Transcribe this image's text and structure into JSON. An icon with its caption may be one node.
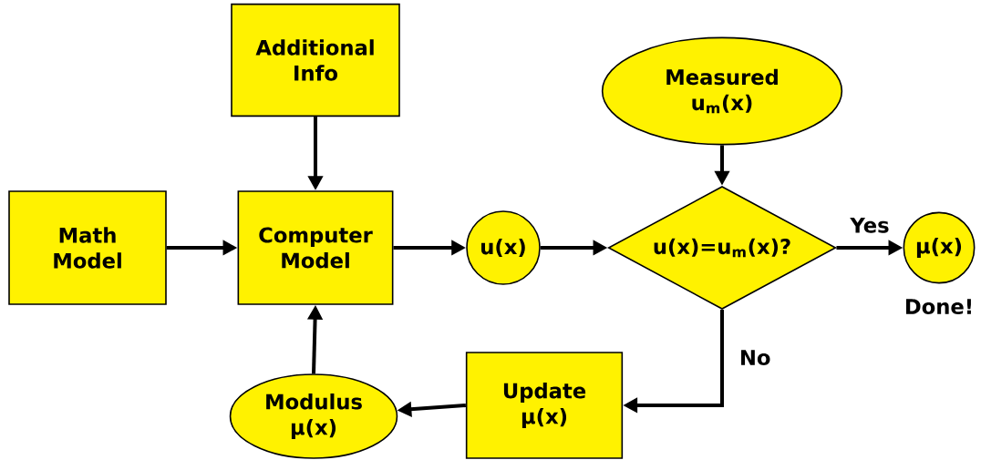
{
  "diagram": {
    "nodes": [
      {
        "text": [
          "Additional Info"
        ]
      },
      {
        "text": [
          "Math Model"
        ]
      },
      {
        "text": [
          "Computer Model"
        ]
      },
      {
        "text": [
          "u(x)"
        ]
      },
      {
        "text": [
          "Measured u$_{m}$(x)"
        ]
      },
      {
        "text": [
          "u(x)=u$_{m}$(x)?"
        ]
      },
      {
        "text": [
          "μ(x)"
        ],
        "beside": [
          "Done!"
        ]
      },
      {
        "text": [
          "Update μ(x)"
        ]
      },
      {
        "text": [
          "Modulus μ(x)"
        ]
      }
    ],
    "edges": [
      {
        "from": 0,
        "to": 2,
        "arrow": "to"
      },
      {
        "from": 1,
        "to": 2,
        "arrow": "to"
      },
      {
        "from": 2,
        "to": 3,
        "arrow": "to"
      },
      {
        "from": 3,
        "to": 5,
        "arrow": "to"
      },
      {
        "from": 4,
        "to": 5,
        "arrow": "to"
      },
      {
        "from": 5,
        "to": 6,
        "arrow": "to",
        "label": "Yes"
      },
      {
        "from": 5,
        "to": 7,
        "arrow": "to",
        "label": "No"
      },
      {
        "from": 7,
        "to": 8,
        "arrow": "to"
      },
      {
        "from": 8,
        "to": 2,
        "arrow": "to"
      }
    ]
  }
}
